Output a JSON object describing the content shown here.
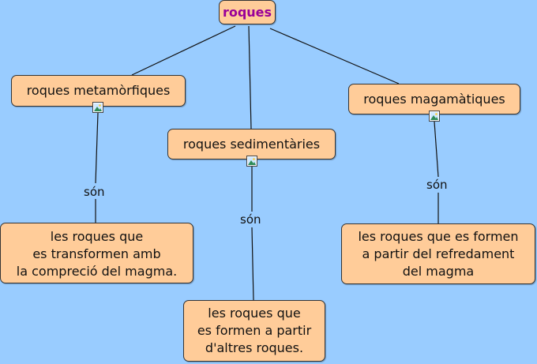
{
  "title": "roques",
  "concepts": {
    "root": "roques",
    "metamorfiques": "roques metamòrfiques",
    "sedimentaries": "roques sedimentàries",
    "magmatiques": "roques magamàtiques",
    "def_metamorfiques": "les roques que\nes transformen amb\nla compreció del magma.",
    "def_sedimentaries": "les roques que\nes formen a partir\nd'altres roques.",
    "def_magmatiques": "les roques que es formen\na partir del refredament\ndel magma"
  },
  "links": {
    "son_1": "són",
    "son_2": "són",
    "son_3": "són"
  },
  "icons": [
    "image-icon",
    "image-icon",
    "image-icon"
  ],
  "colors": {
    "background": "#99ccff",
    "node_fill": "#ffcc99",
    "root_text": "#990099",
    "line": "#111111"
  }
}
